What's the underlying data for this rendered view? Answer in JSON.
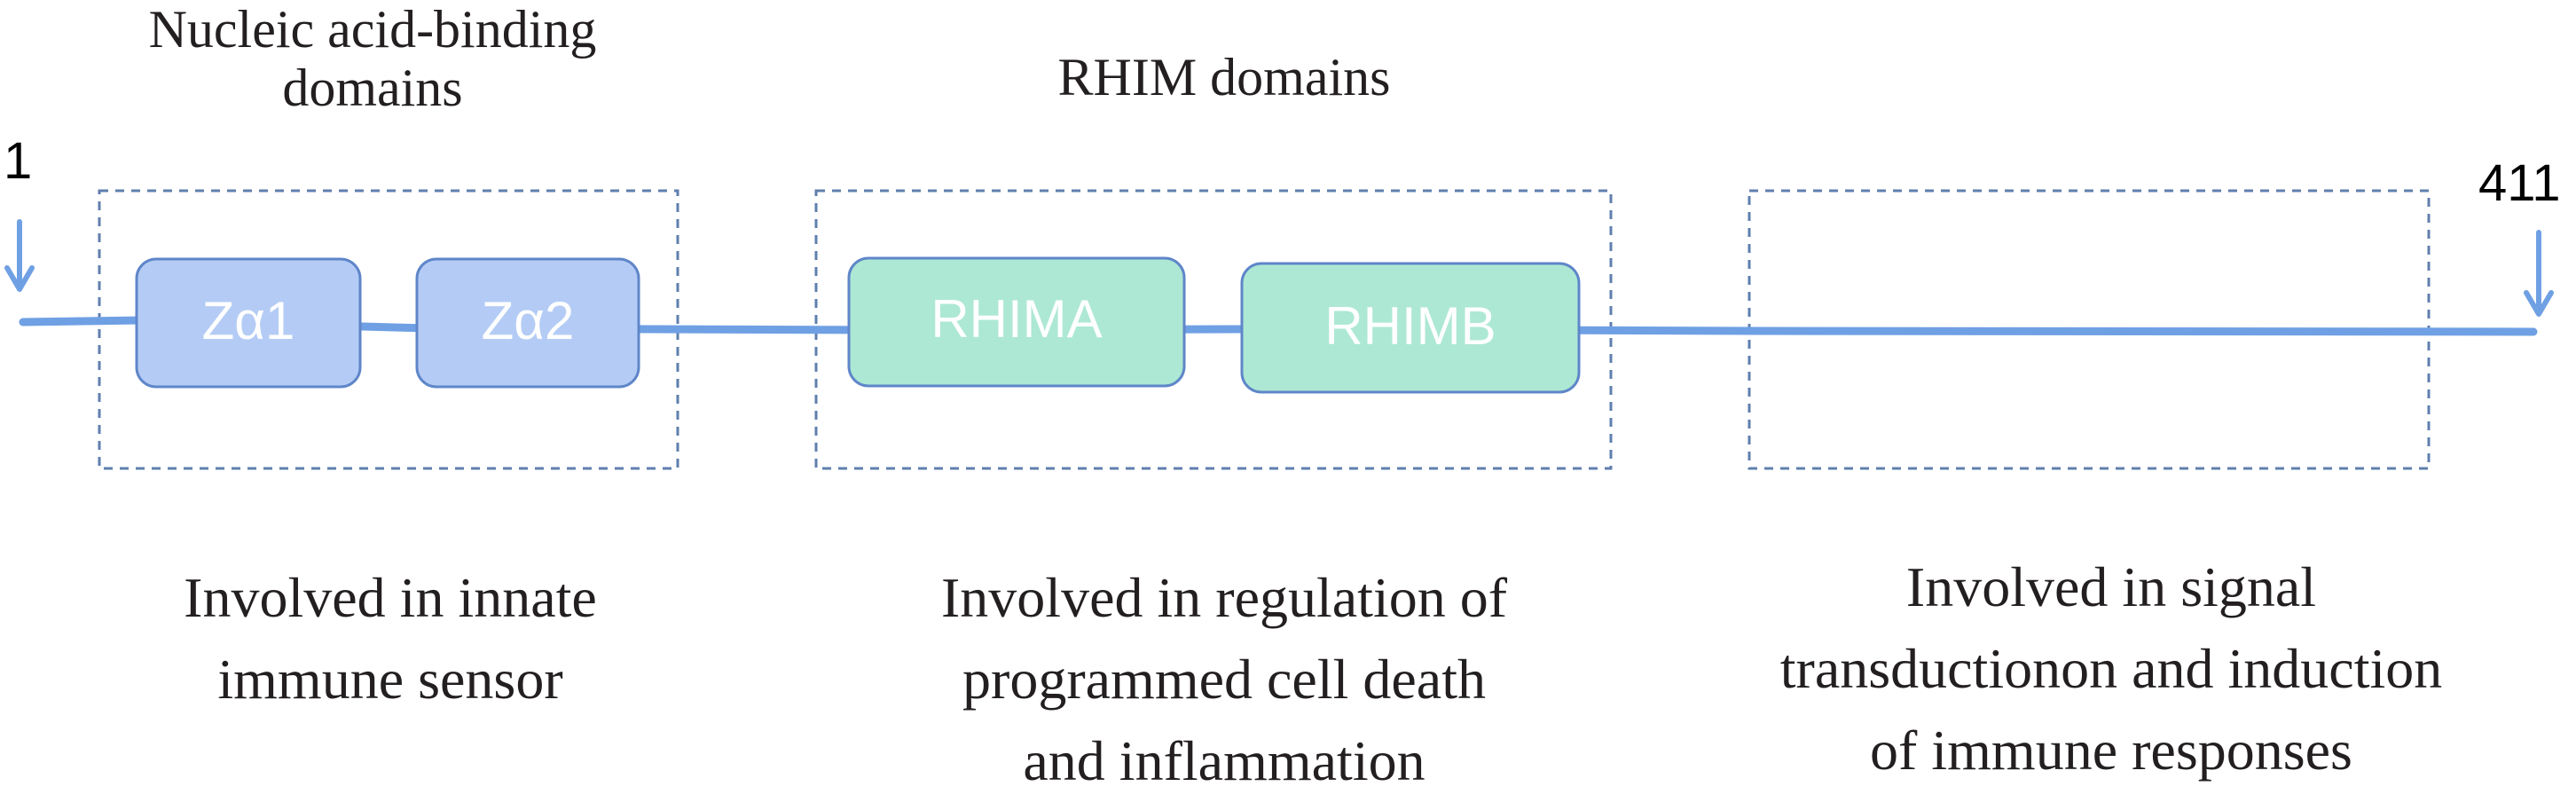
{
  "positions": {
    "start": "1",
    "end": "411"
  },
  "headings": {
    "nucleic_line1": "Nucleic acid-binding",
    "nucleic_line2": "domains",
    "rhim": "RHIM domains"
  },
  "domains": {
    "za1": "Zα1",
    "za2": "Zα2",
    "rhima": "RHIMA",
    "rhimb": "RHIMB"
  },
  "descriptions": {
    "left": [
      "Involved in innate",
      "immune sensor"
    ],
    "middle": [
      "Involved in regulation of",
      "programmed cell death",
      "and inflammation"
    ],
    "right": [
      "Involved in  signal",
      "transductionon and induction",
      "of immune responses"
    ]
  },
  "colors": {
    "backbone": "#6fa0e4",
    "za_fill": "#b4ccf5",
    "za_stroke": "#5f86c9",
    "rhim_fill": "#ade8d4",
    "rhim_stroke": "#5f86c9",
    "dashed_box": "#5f7fae",
    "domain_text": "#ffffff"
  }
}
